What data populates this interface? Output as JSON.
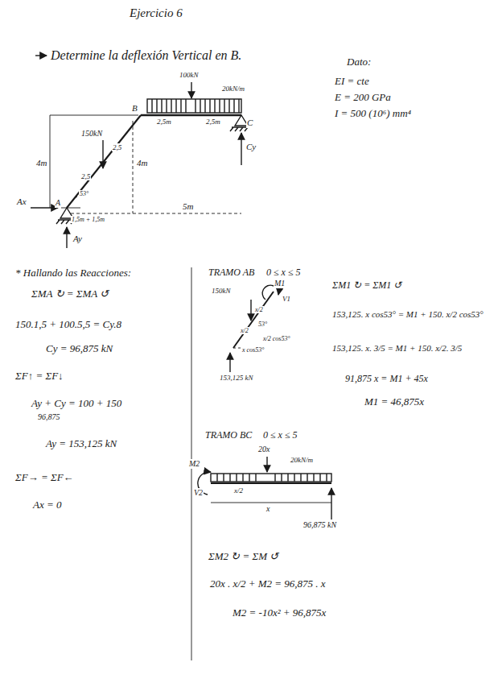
{
  "diagram": {
    "title": "Ejercicio 6",
    "labels": [
      "Determine la deflexión Vertical en B.",
      "Dato:",
      "EI = cte",
      "E = 200 GPa",
      "I = 500 (10⁶) mm⁴",
      "100kN",
      "20kN/m",
      "B",
      "C",
      "2,5m",
      "2,5m",
      "150kN",
      "2,5",
      "2,5",
      "4m",
      "4m",
      "Ax",
      "A",
      "53°",
      "1,5m + 1,5m",
      "5m",
      "Cy",
      "Ay",
      "* Hallando las Reacciones:",
      "ΣMA ↻ = ΣMA ↺",
      "150.1,5 + 100.5,5 = Cy.8",
      "Cy = 96,875 kN",
      "ΣF↑ = ΣF↓",
      "Ay + Cy = 100 + 150",
      "96,875",
      "Ay = 153,125 kN",
      "ΣF→ = ΣF←",
      "Ax = 0",
      "TRAMO AB",
      "0 ≤ x ≤ 5",
      "150kN",
      "M1",
      "V1",
      "x/2",
      "53°",
      "x/2",
      "x/2 cos53°",
      "x cos53°",
      "153,125 kN",
      "ΣM1 ↻ = ΣM1 ↺",
      "153,125. x cos53° = M1 + 150. x/2 cos53°",
      "153,125. x. 3/5 = M1 + 150. x/2. 3/5",
      "91,875 x = M1 + 45x",
      "M1 = 46,875x",
      "TRAMO BC",
      "0 ≤ x ≤ 5",
      "M2",
      "V2",
      "20x",
      "20kN/m",
      "x/2",
      "x",
      "96,875 kN",
      "ΣM2 ↻ = ΣM ↺",
      "20x . x/2 + M2 = 96,875 . x",
      "M2 = -10x² + 96,875x"
    ]
  }
}
